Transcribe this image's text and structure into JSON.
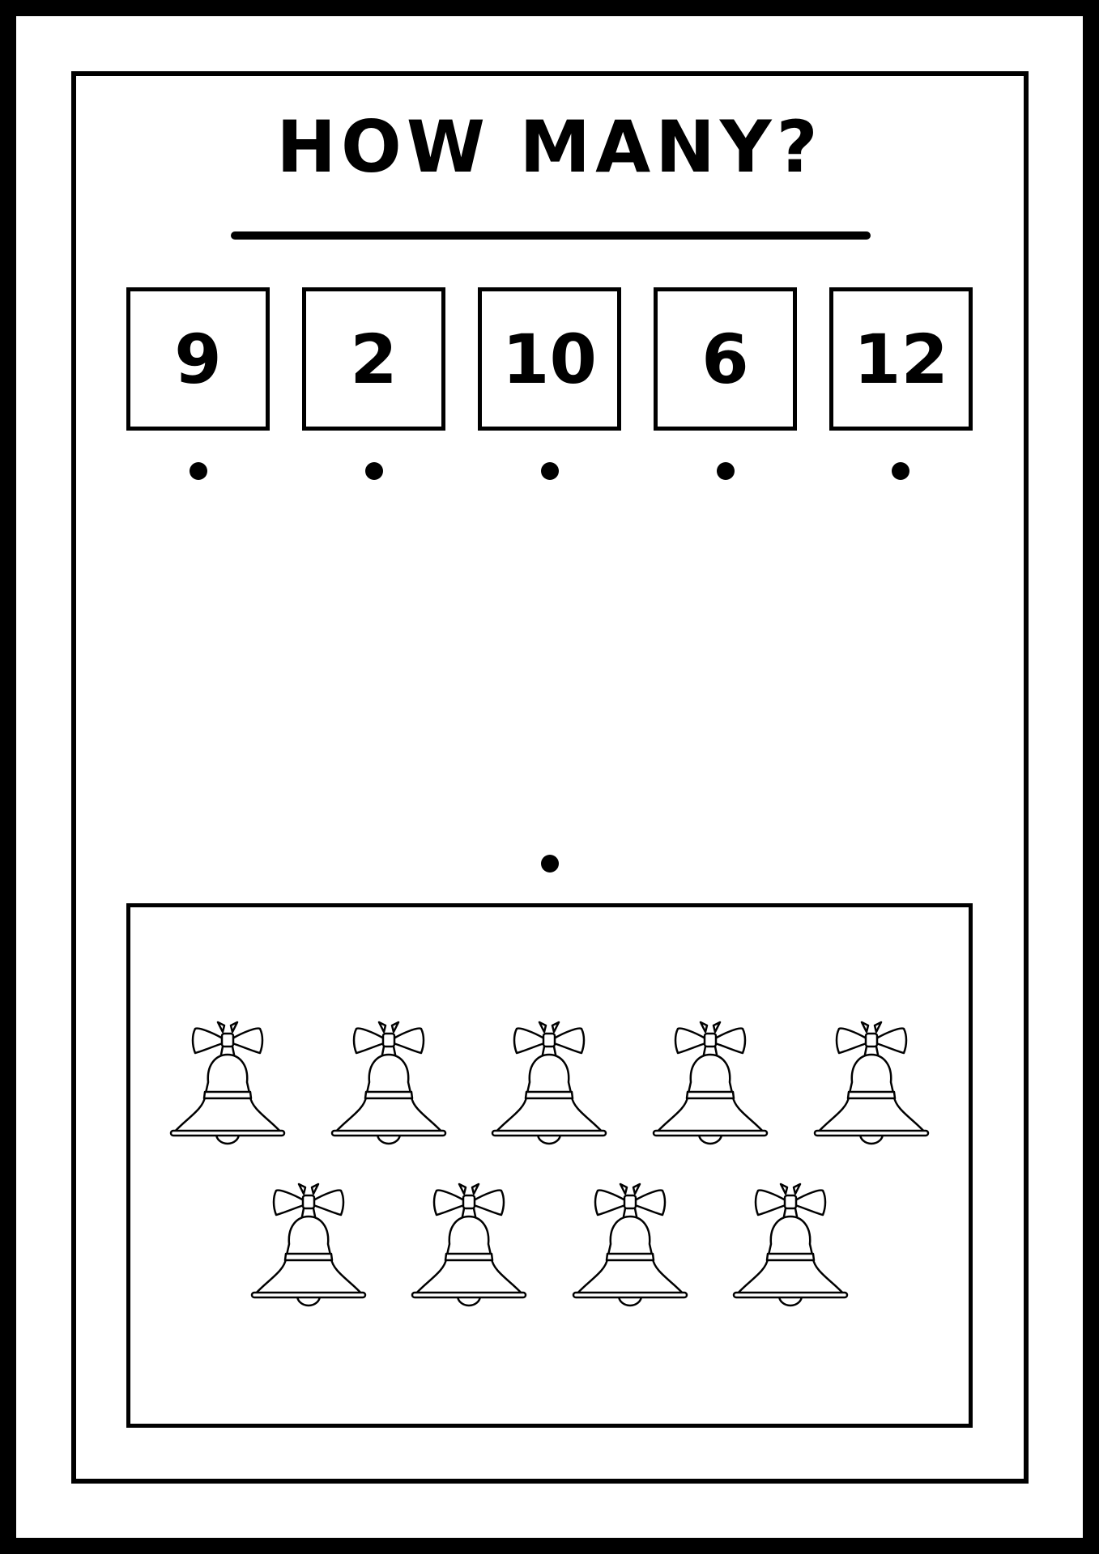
{
  "worksheet": {
    "title": "HOW MANY?",
    "choices": [
      "9",
      "2",
      "10",
      "6",
      "12"
    ],
    "counted_object": "bell-icon",
    "object_count": 9,
    "rows": [
      5,
      4
    ]
  }
}
